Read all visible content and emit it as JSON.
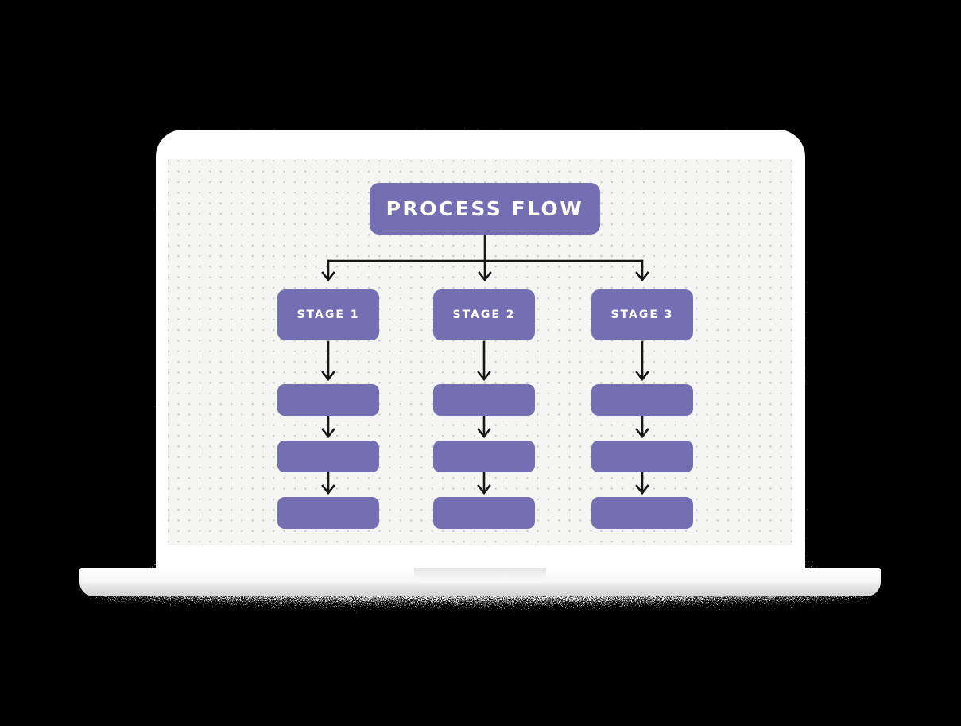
{
  "scene": {
    "page_bg": "#000000",
    "laptop_body": "#ffffff",
    "canvas_bg": "#f5f5f4",
    "canvas_dot": "#c8c8c8"
  },
  "diagram": {
    "title": {
      "label": "PROCESS FLOW"
    },
    "columns": [
      {
        "label": "STAGE 1",
        "steps": [
          "",
          "",
          ""
        ]
      },
      {
        "label": "STAGE 2",
        "steps": [
          "",
          "",
          ""
        ]
      },
      {
        "label": "STAGE 3",
        "steps": [
          "",
          "",
          ""
        ]
      }
    ],
    "colors": {
      "node_fill": "#746fb2",
      "node_text": "#ffffff",
      "connector": "#161616"
    }
  }
}
